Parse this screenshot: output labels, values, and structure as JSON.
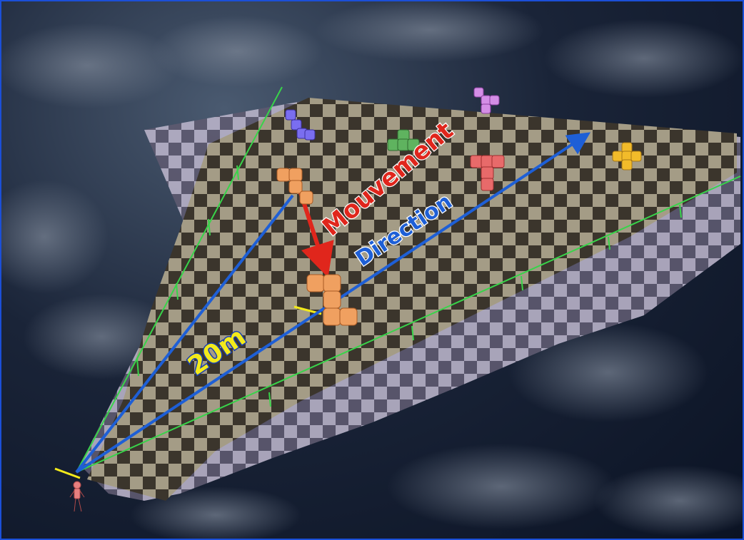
{
  "labels": {
    "mouvement": "Mouvement",
    "direction": "Direction",
    "distance": "20m"
  },
  "colors": {
    "sky": "#1a2438",
    "board_dark": "#3b352c",
    "board_light": "#a49c86",
    "board_shadow": "#8d8aa3",
    "axis_green": "#38d44a",
    "arrow_blue": "#1e5fd6",
    "arrow_red": "#e0261c",
    "label_yellow": "#f3ea1b",
    "label_outline": "#1a3fb0",
    "avatar": "#e88080"
  },
  "pieces": [
    {
      "name": "blue-z",
      "color": "#7a6ef0"
    },
    {
      "name": "green-t",
      "color": "#5fb35f"
    },
    {
      "name": "violet-s",
      "color": "#d48ee6"
    },
    {
      "name": "red-t",
      "color": "#e86a6a"
    },
    {
      "name": "yellow-plus",
      "color": "#f2bb2a"
    },
    {
      "name": "orange-s-origin",
      "color": "#f0a060"
    },
    {
      "name": "orange-s-target",
      "color": "#f0a060"
    }
  ]
}
